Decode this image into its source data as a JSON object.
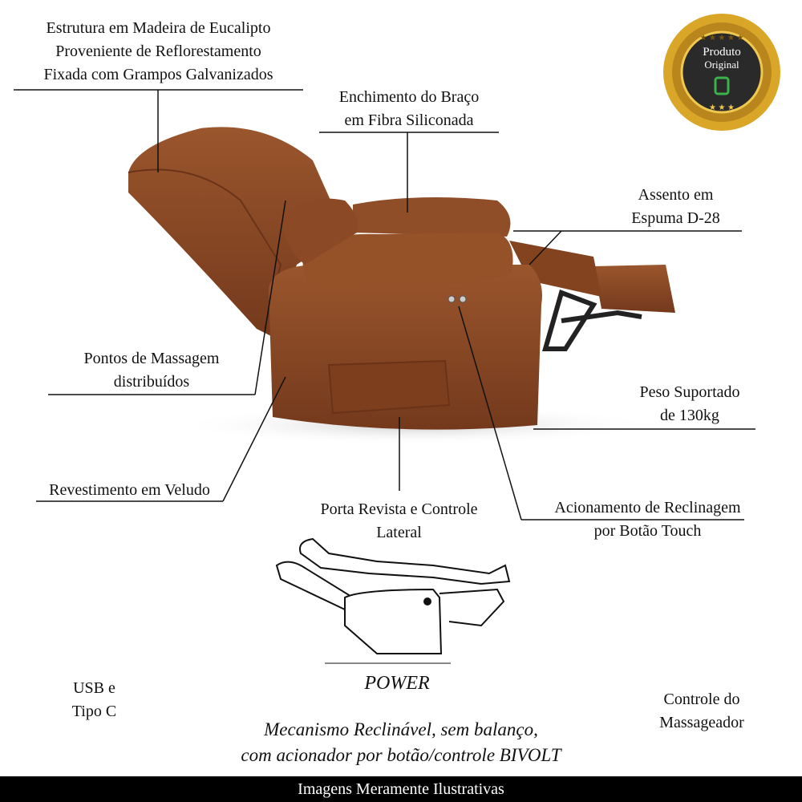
{
  "badge": {
    "line1": "Produto",
    "line2": "Original"
  },
  "labels": {
    "estrutura": [
      "Estrutura em Madeira de Eucalipto",
      "Proveniente de Reflorestamento",
      "Fixada com Grampos Galvanizados"
    ],
    "enchimento": [
      "Enchimento do Braço",
      "em Fibra Siliconada"
    ],
    "assento": [
      "Assento em",
      "Espuma D-28"
    ],
    "pontos": [
      "Pontos de Massagem",
      "distribuídos"
    ],
    "peso": [
      "Peso Suportado",
      "de 130kg"
    ],
    "revestimento": "Revestimento em Veludo",
    "porta": [
      "Porta Revista e Controle",
      "Lateral"
    ],
    "acionamento": [
      "Acionamento de Reclinagem",
      "por Botão Touch"
    ],
    "usb": [
      "USB e",
      "Tipo C"
    ],
    "controle": [
      "Controle do",
      "Massageador"
    ],
    "power": "POWER",
    "mecanismo": [
      "Mecanismo Reclinável, sem balanço,",
      "com acionador por botão/controle BIVOLT"
    ]
  },
  "footer": "Imagens Meramente Ilustrativas",
  "colors": {
    "upholstery": "#8a4a26",
    "gold": "#d9a628",
    "footer_bg": "#000000"
  }
}
